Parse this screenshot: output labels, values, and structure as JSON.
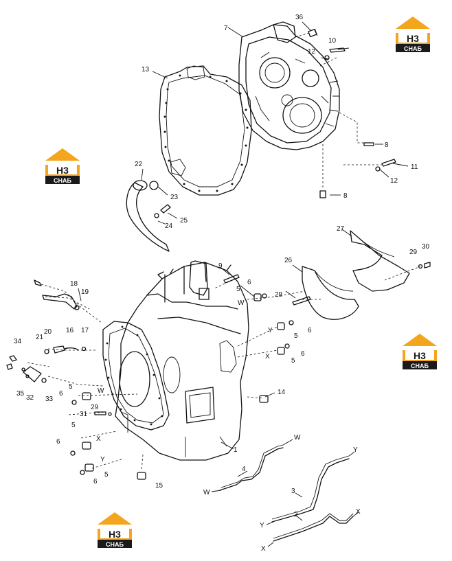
{
  "callouts": [
    {
      "id": "c36",
      "text": "36"
    },
    {
      "id": "c7",
      "text": "7"
    },
    {
      "id": "c10",
      "text": "10"
    },
    {
      "id": "c12a",
      "text": "12"
    },
    {
      "id": "c13",
      "text": "13"
    },
    {
      "id": "c8a",
      "text": "8"
    },
    {
      "id": "c11",
      "text": "11"
    },
    {
      "id": "c12b",
      "text": "12"
    },
    {
      "id": "c8b",
      "text": "8"
    },
    {
      "id": "c22",
      "text": "22"
    },
    {
      "id": "c23",
      "text": "23"
    },
    {
      "id": "c25",
      "text": "25"
    },
    {
      "id": "c24",
      "text": "24"
    },
    {
      "id": "c27",
      "text": "27"
    },
    {
      "id": "c26",
      "text": "26"
    },
    {
      "id": "c29a",
      "text": "29"
    },
    {
      "id": "c30",
      "text": "30"
    },
    {
      "id": "c9",
      "text": "9"
    },
    {
      "id": "c18",
      "text": "18"
    },
    {
      "id": "c19",
      "text": "19"
    },
    {
      "id": "c5a",
      "text": "5"
    },
    {
      "id": "c6a",
      "text": "6"
    },
    {
      "id": "c28",
      "text": "28"
    },
    {
      "id": "cWa",
      "text": "W"
    },
    {
      "id": "cYa",
      "text": "Y"
    },
    {
      "id": "c5b",
      "text": "5"
    },
    {
      "id": "c6b",
      "text": "6"
    },
    {
      "id": "cXa",
      "text": "X"
    },
    {
      "id": "c5c",
      "text": "5"
    },
    {
      "id": "c6c",
      "text": "6"
    },
    {
      "id": "c34",
      "text": "34"
    },
    {
      "id": "c20",
      "text": "20"
    },
    {
      "id": "c21",
      "text": "21"
    },
    {
      "id": "c16",
      "text": "16"
    },
    {
      "id": "c17",
      "text": "17"
    },
    {
      "id": "c35",
      "text": "35"
    },
    {
      "id": "c32",
      "text": "32"
    },
    {
      "id": "c33",
      "text": "33"
    },
    {
      "id": "c5d",
      "text": "5"
    },
    {
      "id": "cWb",
      "text": "W"
    },
    {
      "id": "c6d",
      "text": "6"
    },
    {
      "id": "c29b",
      "text": "29"
    },
    {
      "id": "c31",
      "text": "31"
    },
    {
      "id": "c14",
      "text": "14"
    },
    {
      "id": "c6e",
      "text": "6"
    },
    {
      "id": "cXb",
      "text": "X"
    },
    {
      "id": "c5e",
      "text": "5"
    },
    {
      "id": "cYb",
      "text": "Y"
    },
    {
      "id": "c6f",
      "text": "6"
    },
    {
      "id": "c15",
      "text": "15"
    },
    {
      "id": "c1",
      "text": "1"
    },
    {
      "id": "cWc",
      "text": "W"
    },
    {
      "id": "c4",
      "text": "4"
    },
    {
      "id": "cWd",
      "text": "W"
    },
    {
      "id": "cYc",
      "text": "Y"
    },
    {
      "id": "c3",
      "text": "3"
    },
    {
      "id": "cYd",
      "text": "Y"
    },
    {
      "id": "c2",
      "text": "2"
    },
    {
      "id": "cXc",
      "text": "X"
    },
    {
      "id": "cXd",
      "text": "X"
    },
    {
      "id": "c5f",
      "text": "5"
    }
  ],
  "logo": {
    "mark": "H3",
    "caption": "СНАБ",
    "accent": "#f3a51d",
    "dark": "#1a1a1a"
  }
}
